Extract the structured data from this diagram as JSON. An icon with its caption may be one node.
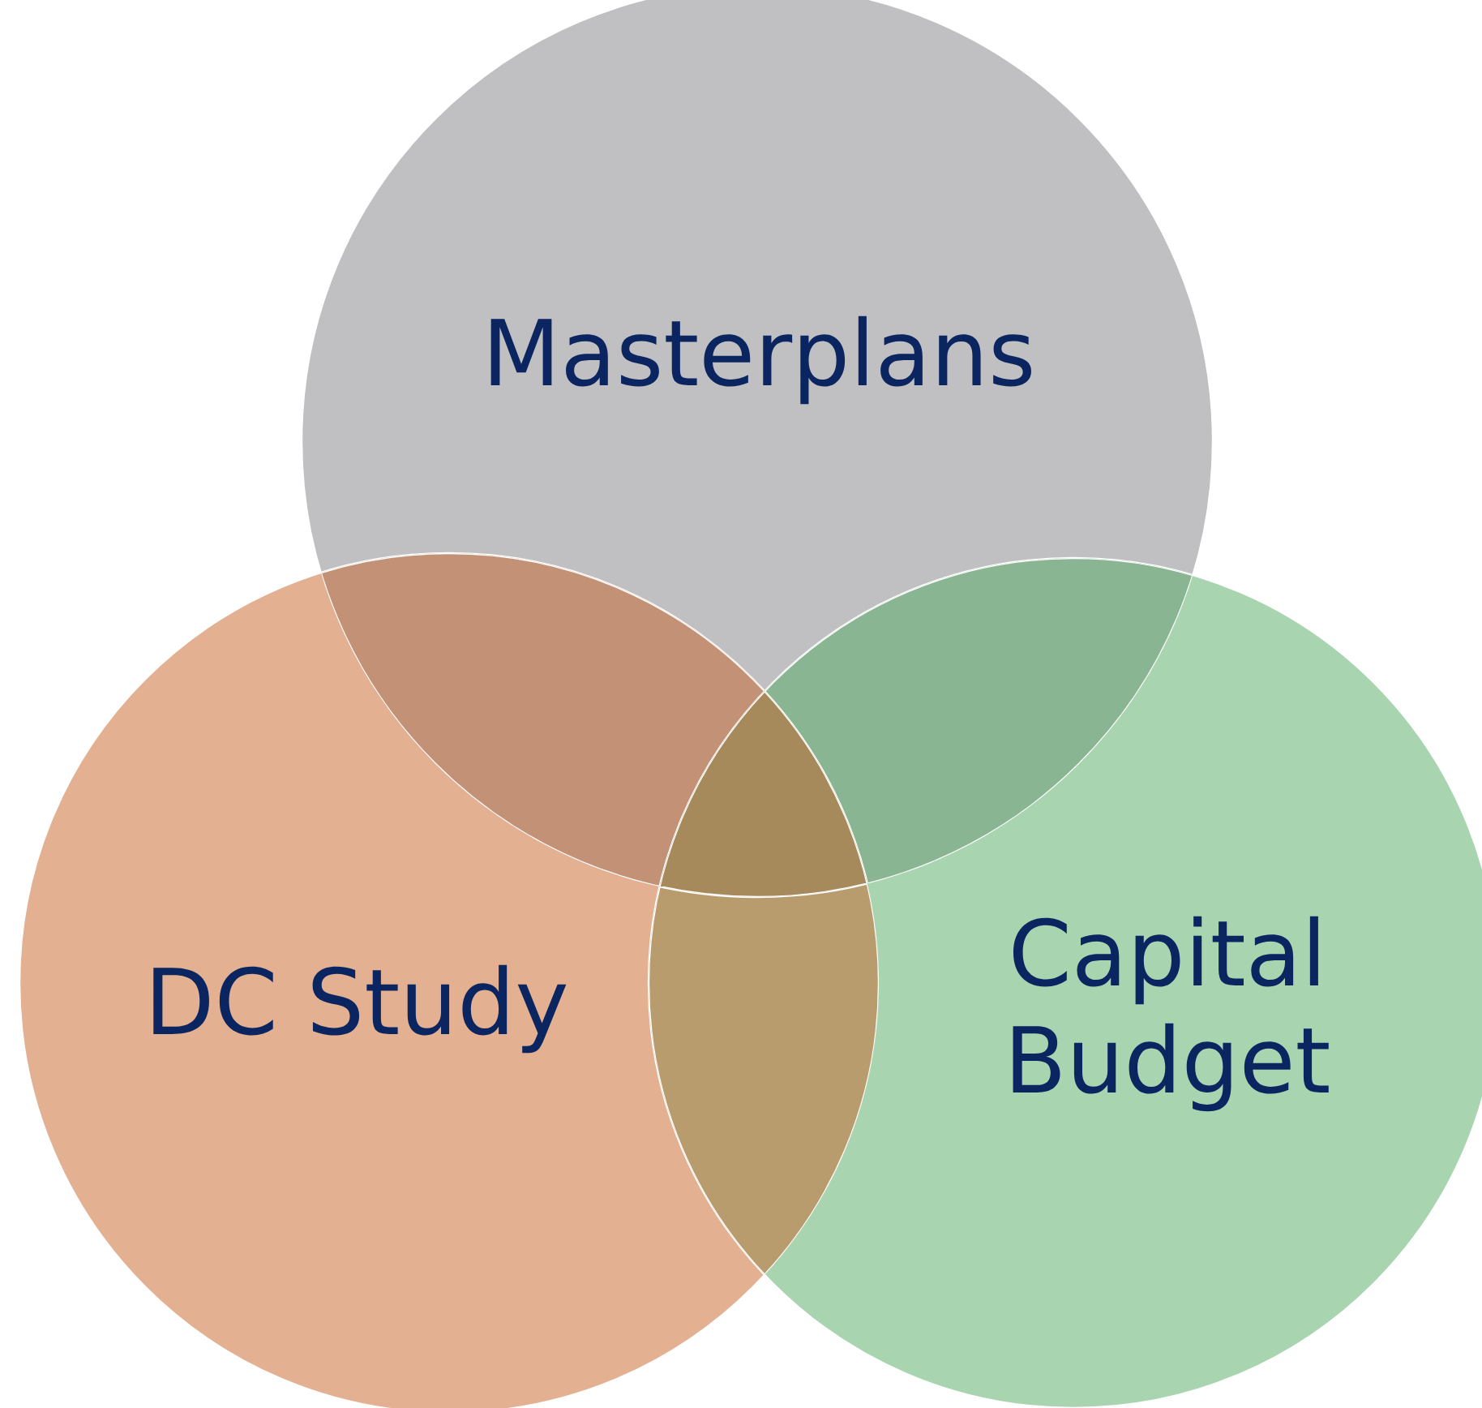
{
  "diagram": {
    "nodes": [
      {
        "text": [
          "Masterplans"
        ]
      },
      {
        "text": [
          "DC Study"
        ]
      },
      {
        "text": [
          "Capital Budget"
        ]
      }
    ]
  }
}
